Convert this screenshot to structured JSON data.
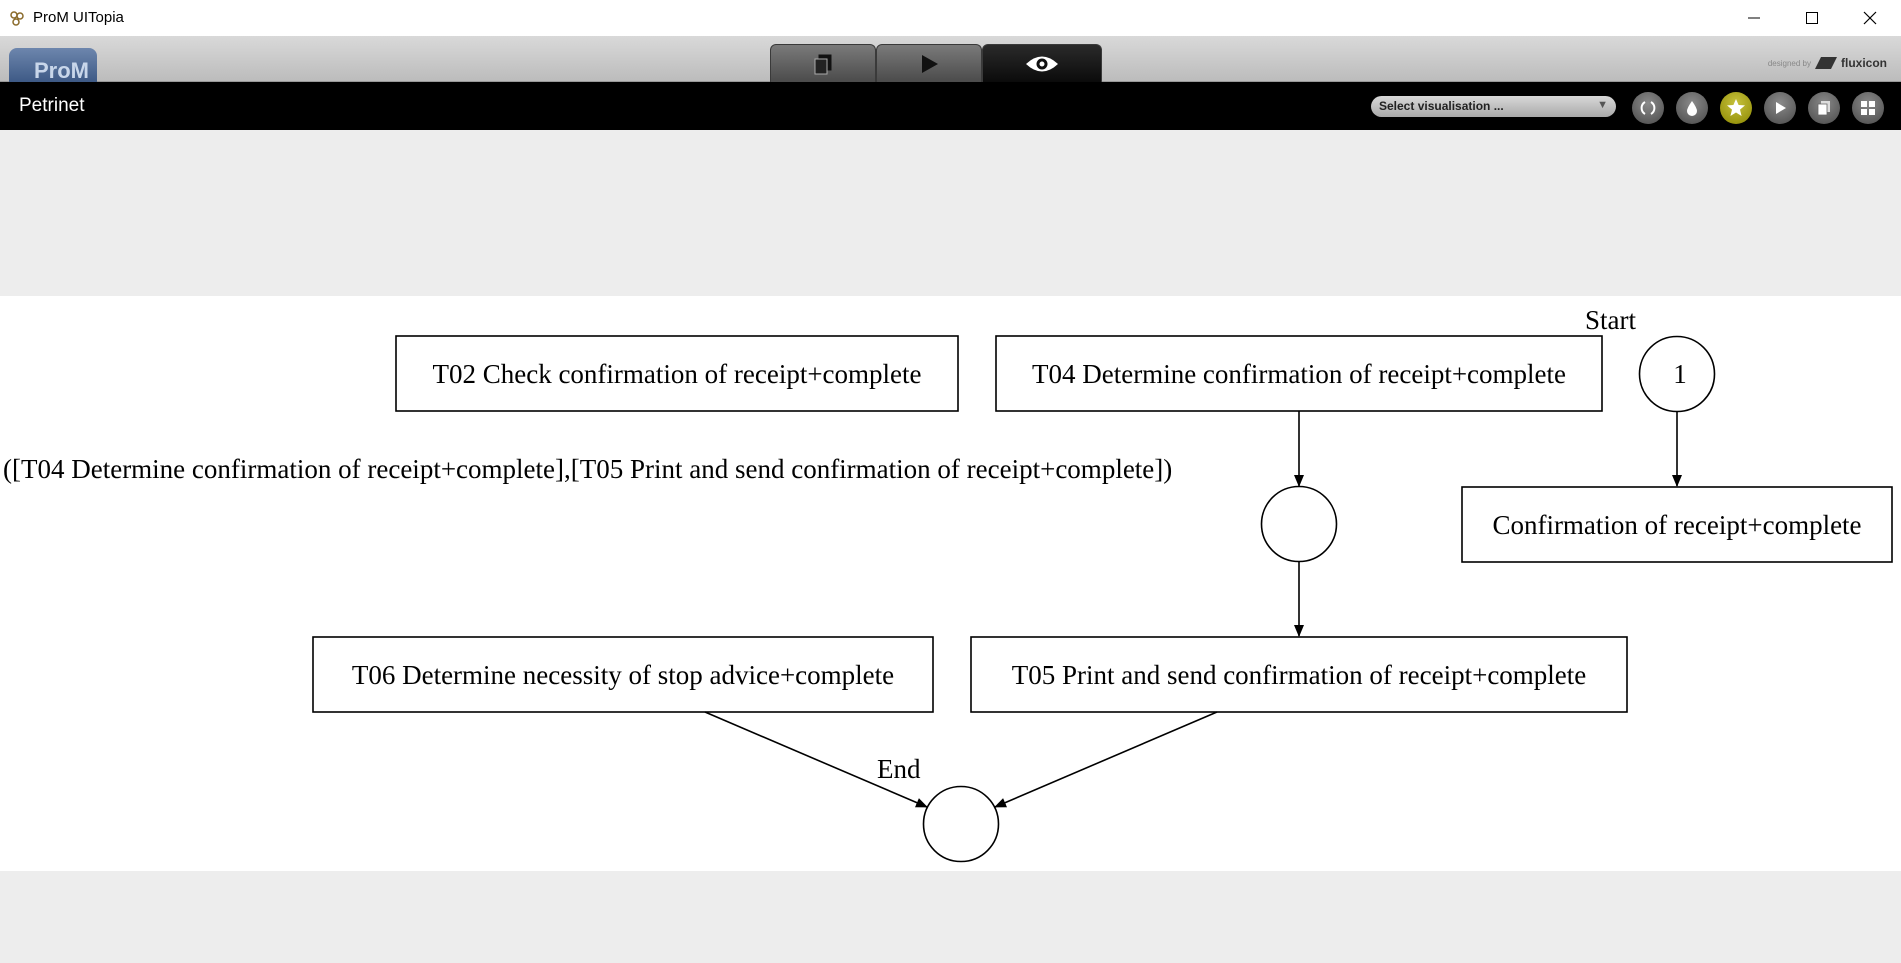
{
  "window": {
    "title": "ProM UITopia",
    "controls": [
      "minimize",
      "maximize",
      "close"
    ]
  },
  "toolbar": {
    "logo_text": "ProM",
    "tabs": [
      {
        "icon": "workspace-icon",
        "active": false
      },
      {
        "icon": "play-icon",
        "active": false
      },
      {
        "icon": "eye-icon",
        "active": true
      }
    ],
    "designed_by": "designed by",
    "brand": "fluxicon"
  },
  "header": {
    "title": "Petrinet",
    "visualisation_select": "Select visualisation ...",
    "buttons": [
      "refresh-icon",
      "drop-icon",
      "star-icon",
      "play-icon",
      "copy-icon",
      "grid-icon"
    ],
    "active_button": "star-icon",
    "active_color": "#a8a300"
  },
  "graph": {
    "labels": {
      "start": "Start",
      "end": "End",
      "place_label": "([T04 Determine confirmation of receipt+complete],[T05 Print and send confirmation of receipt+complete])"
    },
    "places": [
      {
        "id": "p_start",
        "tokens": "1"
      },
      {
        "id": "p_mid",
        "tokens": ""
      },
      {
        "id": "p_end",
        "tokens": ""
      }
    ],
    "transitions": [
      {
        "id": "t02",
        "label": "T02 Check confirmation of receipt+complete"
      },
      {
        "id": "t04",
        "label": "T04 Determine confirmation of receipt+complete"
      },
      {
        "id": "conf",
        "label": "Confirmation of receipt+complete"
      },
      {
        "id": "t06",
        "label": "T06 Determine necessity of stop advice+complete"
      },
      {
        "id": "t05",
        "label": "T05 Print and send confirmation of receipt+complete"
      }
    ]
  }
}
